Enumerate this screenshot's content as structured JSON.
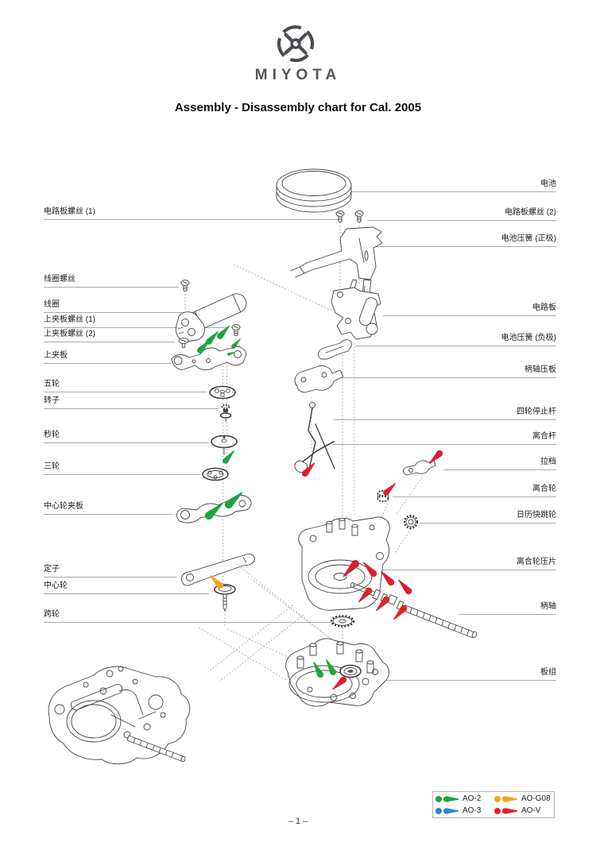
{
  "brand": {
    "name": "MIYOTA"
  },
  "title": "Assembly - Disassembly chart for Cal. 2005",
  "page_number": "– 1 –",
  "diagram": {
    "left_labels": [
      {
        "text": "电路板螺丝 (1)"
      },
      {
        "text": "线圈螺丝"
      },
      {
        "text": "线圈"
      },
      {
        "text": "上夹板螺丝 (1)"
      },
      {
        "text": "上夹板螺丝 (2)"
      },
      {
        "text": "上夹板"
      },
      {
        "text": "五轮"
      },
      {
        "text": "转子"
      },
      {
        "text": "秒轮"
      },
      {
        "text": "三轮"
      },
      {
        "text": "中心轮夹板"
      },
      {
        "text": "定子"
      },
      {
        "text": "中心轮"
      },
      {
        "text": "跨轮"
      }
    ],
    "right_labels": [
      {
        "text": "电池"
      },
      {
        "text": "电路板螺丝 (2)"
      },
      {
        "text": "电池压簧 (正极)"
      },
      {
        "text": "电路板"
      },
      {
        "text": "电池压簧 (负极)"
      },
      {
        "text": "柄轴压板"
      },
      {
        "text": "四轮停止杆"
      },
      {
        "text": "离合杆"
      },
      {
        "text": "拉档"
      },
      {
        "text": "离合轮"
      },
      {
        "text": "日历快跳轮"
      },
      {
        "text": "离合轮压片"
      },
      {
        "text": "柄轴"
      },
      {
        "text": "板组"
      }
    ]
  },
  "legend": {
    "items": [
      {
        "label": "AO-2",
        "color": "#1fa43d"
      },
      {
        "label": "AO-3",
        "color": "#2e86d0"
      },
      {
        "label": "AO-G08",
        "color": "#f4a41d"
      },
      {
        "label": "AO-V",
        "color": "#d8232b"
      }
    ]
  }
}
